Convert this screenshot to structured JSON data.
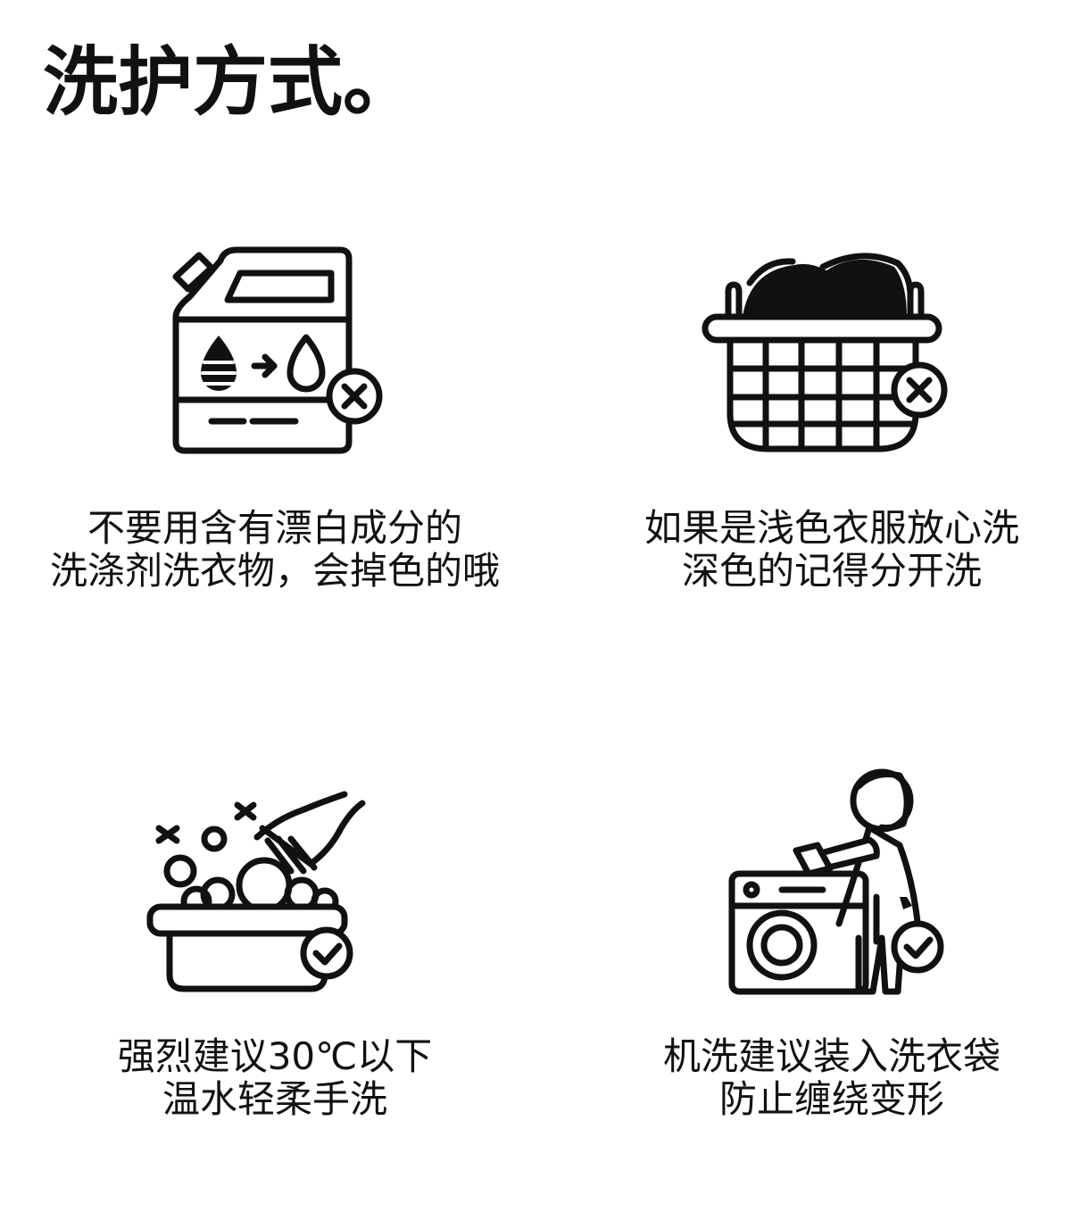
{
  "page": {
    "title": "洗护方式。"
  },
  "items": [
    {
      "id": "no-bleach",
      "icon": "detergent-bottle-icon",
      "status": "cross",
      "lines": [
        "不要用含有漂白成分的",
        "洗涤剂洗衣物，会掉色的哦"
      ]
    },
    {
      "id": "separate-colors",
      "icon": "laundry-basket-icon",
      "status": "cross",
      "lines": [
        "如果是浅色衣服放心洗",
        "深色的记得分开洗"
      ]
    },
    {
      "id": "hand-wash",
      "icon": "hand-wash-basin-icon",
      "status": "check",
      "lines": [
        "强烈建议30℃以下",
        "温水轻柔手洗"
      ]
    },
    {
      "id": "machine-wash",
      "icon": "washing-machine-person-icon",
      "status": "check",
      "lines": [
        "机洗建议装入洗衣袋",
        "防止缠绕变形"
      ]
    }
  ],
  "colors": {
    "ink": "#111111",
    "background": "#ffffff"
  }
}
